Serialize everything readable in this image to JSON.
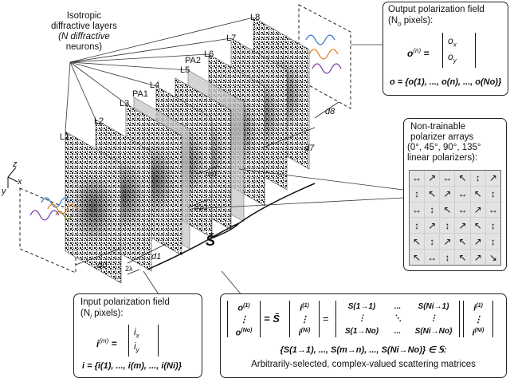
{
  "layers_label": {
    "line1": "Isotropic",
    "line2": "diffractive layers",
    "line3": "(N diffractive",
    "line4": "neurons)"
  },
  "layer_labels": [
    "L1",
    "L2",
    "L3",
    "L4",
    "L5",
    "L6",
    "L7",
    "L8"
  ],
  "polarizer_labels": [
    "PA1",
    "PA2"
  ],
  "distance_labels": [
    "d0",
    "d1",
    "dp1",
    "d'p1",
    "d7",
    "d8",
    "2λ"
  ],
  "S_bar_label": "S̄",
  "axes": {
    "x": "x",
    "y": "y",
    "z": "z"
  },
  "output_box": {
    "title_line1": "Output polarization field",
    "title_line2": "(N",
    "title_sub": "o",
    "title_line2_end": " pixels):",
    "eq1_lhs": "o",
    "eq1_sup": "(n)",
    "vec_top": "o",
    "vec_top_sub": "x",
    "vec_bottom": "o",
    "vec_bottom_sub": "y",
    "eq2": "o = {o(1), ..., o(n), ..., o(No)}"
  },
  "polarizer_box": {
    "title_line1": "Non-trainable",
    "title_line2": "polarizer arrays",
    "title_line3": "(0°, 45°, 90°, 135°",
    "title_line4": "linear polarizers):",
    "arrows": [
      "↔",
      "↗",
      "↔",
      "↖",
      "↕",
      "↗",
      "↕",
      "↖",
      "↗",
      "↔",
      "↖",
      "↕",
      "↔",
      "↕",
      "↖",
      "↔",
      "↗",
      "↔",
      "↕",
      "↗",
      "↕",
      "↗",
      "↖",
      "↕",
      "↖",
      "↕",
      "↗",
      "↖",
      "↗",
      "↕",
      "↖",
      "↔",
      "↕",
      "↖",
      "↗",
      "↘"
    ]
  },
  "input_box": {
    "title_line1": "Input polarization field",
    "title_line2": "(N",
    "title_sub": "i",
    "title_line2_end": " pixels):",
    "eq1_lhs": "i",
    "eq1_sup": "(m)",
    "vec_top": "i",
    "vec_top_sub": "x",
    "vec_bottom": "i",
    "vec_bottom_sub": "y",
    "eq2": "i = {i(1), ..., i(m), ..., i(Ni)}"
  },
  "matrix_box": {
    "eq_main": "= S̄",
    "matrix_entries": [
      "S(1→1)",
      "...",
      "S(Ni→1)",
      "⋮",
      "⋱",
      "⋮",
      "S(1→No)",
      "...",
      "S(Ni→No)"
    ],
    "set_line": "{S(1→1), ..., S(m→n), ..., S(Ni→No)} ∈ 𝕊:",
    "caption": "Arbitrarily-selected, complex-valued scattering matrices"
  },
  "colors": {
    "beam_blue": "#3a78c8",
    "beam_orange": "#e6821e",
    "beam_purple": "#7b3fb0",
    "beam_olive": "#8a8a2a",
    "layer_dark": "#5a5a5a",
    "polarizer_gray": "#c8c8c8"
  }
}
